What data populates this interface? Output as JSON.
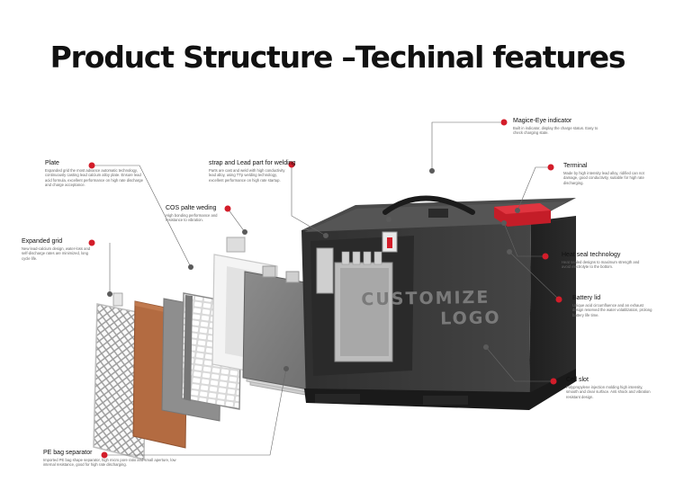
{
  "title": "Product Structure –Techinal features",
  "logo_text": [
    "CUSTOMIZE",
    "LOGO"
  ],
  "colors": {
    "accent": "#d31d2a",
    "battery": "#3a3a3a",
    "plate_brown": "#b06a40"
  },
  "labels": {
    "plate": {
      "name": "Plate",
      "desc": "Expanded grid the most advance automatic technology, continuously casting lead calcium alloy plate. Ensure lead acid formula, excellent performance on high rate discharge and charge acceptance."
    },
    "expanded_grid": {
      "name": "Expanded grid",
      "desc": "New lead-calcium design, water-loss and self-discharge rates are minimized, long cycle life."
    },
    "cos": {
      "name": "COS palte weding",
      "desc": "High bonding performance and resistance to vibration."
    },
    "strap": {
      "name": "strap and Lead part for welding",
      "desc": "Parts are cast and weld with high conductivity lead alloy, using TTp welding technology, excellent performance on high rate startup."
    },
    "magic_eye": {
      "name": "Magice-Eye indicator",
      "desc": "Built in indicator, display the charge status. Easy to check charging state."
    },
    "terminal": {
      "name": "Terminal",
      "desc": "Made by high intensity lead alloy, ridified can not damage, good conductivity, suitable for high rate discharging."
    },
    "heat_seal": {
      "name": "Heat seal technology",
      "desc": "Heat sealed designs to maximum strength and avoid electrolyte to the bottom."
    },
    "battery_lid": {
      "name": "Battery lid",
      "desc": "Unique acid circumfluence and an exhaust design reserved the water volatilization, prolong battery life time."
    },
    "cell_slot": {
      "name": "Cell slot",
      "desc": "Polypropylene injection molding high intensity, smooth and clear surface. Anti shock and vibration resistant design."
    },
    "pe_bag": {
      "name": "PE bag separator",
      "desc": "Imported PE bag shape separator, high micro pore ratio and small aperture, low internal resistance, good for high rate discharging."
    }
  }
}
